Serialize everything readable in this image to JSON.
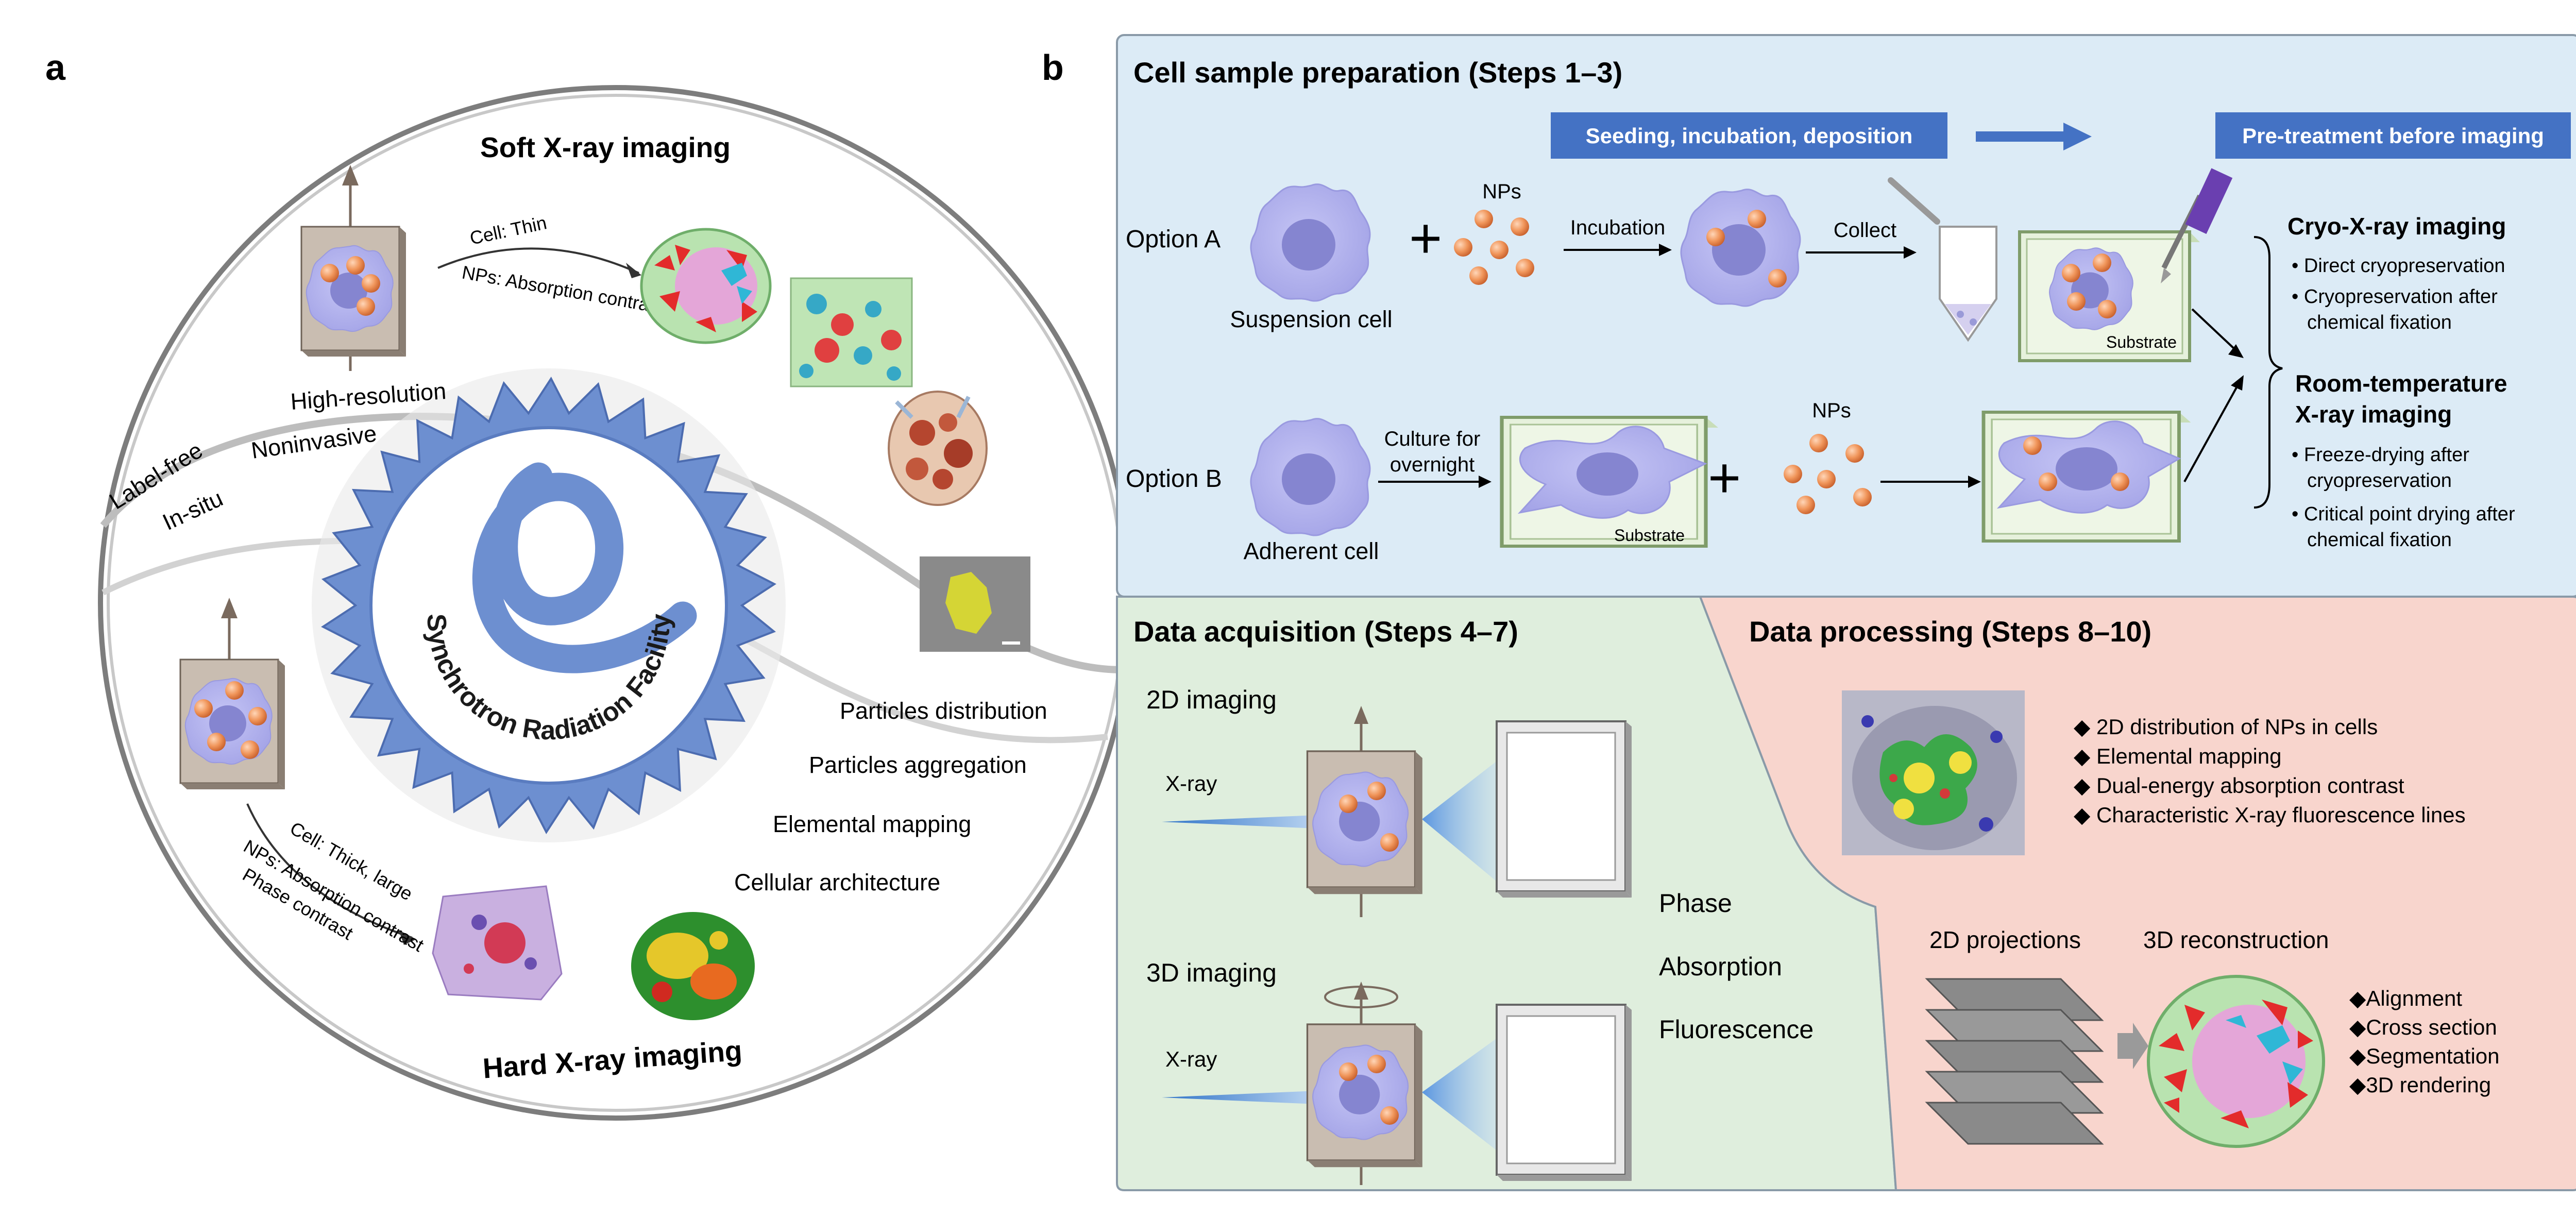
{
  "panel_a": {
    "letter": "a",
    "soft_title": "Soft X-ray imaging",
    "hard_title": "Hard X-ray imaging",
    "soft_arrow_top": "Cell: Thin",
    "soft_arrow_bottom": "NPs: Absorption contrast",
    "hard_arrow_1": "Cell: Thick, large",
    "hard_arrow_2": "NPs: Absorption contrast",
    "hard_arrow_3": "Phase contrast",
    "high_resolution": "High-resolution",
    "label_free": "Label-free",
    "noninvasive": "Noninvasive",
    "in_situ": "In-situ",
    "synchrotron": "Synchrotron Radiation Facility",
    "applications": [
      "Particles distribution",
      "Particles aggregation",
      "Elemental mapping",
      "Cellular architecture"
    ]
  },
  "panel_b": {
    "letter": "b",
    "prep": {
      "title": "Cell sample preparation (Steps 1–3)",
      "seeding_label": "Seeding, incubation, deposition",
      "pretreat_label": "Pre-treatment before imaging",
      "option_a": "Option A",
      "option_b": "Option B",
      "suspension_cell": "Suspension cell",
      "adherent_cell": "Adherent cell",
      "nps": "NPs",
      "incubation": "Incubation",
      "collect": "Collect",
      "culture_line1": "Culture for",
      "culture_line2": "overnight",
      "substrate": "Substrate",
      "cryo_title": "Cryo-X-ray imaging",
      "cryo_items": [
        "Direct cryopreservation",
        "Cryopreservation after",
        "chemical fixation"
      ],
      "room_title_1": "Room-temperature",
      "room_title_2": "X-ray imaging",
      "room_items": [
        "Freeze-drying after",
        "cryopreservation",
        "Critical point drying after",
        "chemical fixation"
      ]
    },
    "acq": {
      "title": "Data acquisition (Steps 4–7)",
      "imaging_2d": "2D imaging",
      "imaging_3d": "3D imaging",
      "xray": "X-ray",
      "contrasts": [
        "Phase",
        "Absorption",
        "Fluorescence"
      ]
    },
    "proc": {
      "title": "Data processing (Steps 8–10)",
      "bullets_2d": [
        "2D distribution of NPs in cells",
        "Elemental mapping",
        "Dual-energy absorption contrast",
        "Characteristic X-ray fluorescence lines"
      ],
      "projections": "2D projections",
      "reconstruction": "3D reconstruction",
      "bullets_3d": [
        "Alignment",
        "Cross section",
        "Segmentation",
        "3D rendering"
      ]
    }
  },
  "colors": {
    "prep_bg": "#dcebf6",
    "acq_bg": "#dfeedd",
    "proc_bg": "#f8d5cd",
    "label_blue": "#4472c4",
    "cell_purple": "#b1b1ee",
    "nucleus": "#8585d0",
    "np_orange": "#f0955a",
    "gear_blue": "#6d8fd0"
  }
}
